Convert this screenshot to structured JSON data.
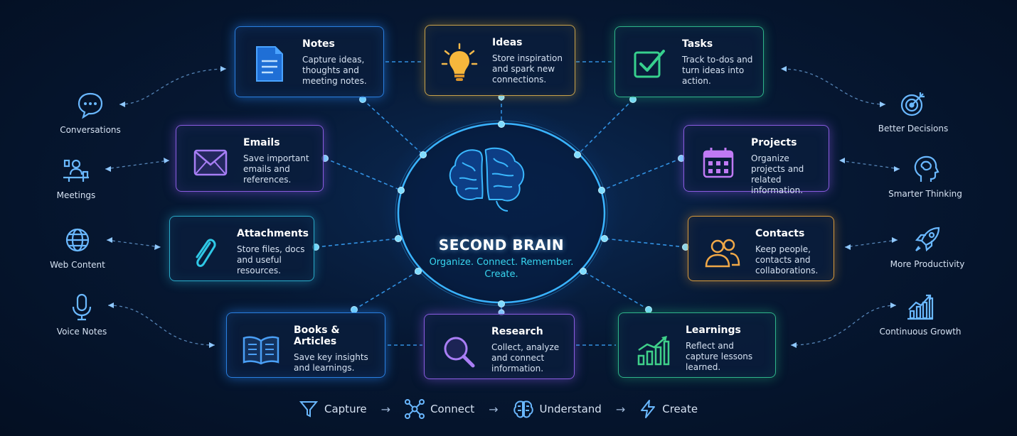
{
  "center": {
    "title": "SECOND BRAIN",
    "subtitle": "Organize. Connect. Remember. Create.",
    "icon": "brain-icon"
  },
  "cards": [
    {
      "id": "notes",
      "title": "Notes",
      "description": "Capture ideas, thoughts and meeting notes.",
      "icon": "document-icon",
      "color": "#3a8ff0"
    },
    {
      "id": "ideas",
      "title": "Ideas",
      "description": "Store inspiration and spark new connections.",
      "icon": "lightbulb-icon",
      "color": "#f2b84b"
    },
    {
      "id": "tasks",
      "title": "Tasks",
      "description": "Track to-dos and turn ideas into action.",
      "icon": "checkbox-icon",
      "color": "#37d08e"
    },
    {
      "id": "emails",
      "title": "Emails",
      "description": "Save important emails and references.",
      "icon": "envelope-icon",
      "color": "#a77ef5"
    },
    {
      "id": "projects",
      "title": "Projects",
      "description": "Organize projects and related information.",
      "icon": "calendar-icon",
      "color": "#b07af5"
    },
    {
      "id": "attachments",
      "title": "Attachments",
      "description": "Store files, docs and useful resources.",
      "icon": "paperclip-icon",
      "color": "#2fc8e6"
    },
    {
      "id": "contacts",
      "title": "Contacts",
      "description": "Keep people, contacts and collaborations.",
      "icon": "people-icon",
      "color": "#f0a848"
    },
    {
      "id": "books",
      "title": "Books & Articles",
      "description": "Save key insights and learnings.",
      "icon": "open-book-icon",
      "color": "#4a9ff5"
    },
    {
      "id": "research",
      "title": "Research",
      "description": "Collect, analyze and connect information.",
      "icon": "magnifier-icon",
      "color": "#a97ef5"
    },
    {
      "id": "learnings",
      "title": "Learnings",
      "description": "Reflect and capture lessons learned.",
      "icon": "growth-chart-icon",
      "color": "#3fd08a"
    }
  ],
  "inputs": [
    {
      "label": "Conversations",
      "icon": "chat-bubble-icon"
    },
    {
      "label": "Meetings",
      "icon": "meeting-icon"
    },
    {
      "label": "Web Content",
      "icon": "globe-icon"
    },
    {
      "label": "Voice Notes",
      "icon": "microphone-icon"
    }
  ],
  "outcomes": [
    {
      "label": "Better Decisions",
      "icon": "target-icon"
    },
    {
      "label": "Smarter Thinking",
      "icon": "head-brain-icon"
    },
    {
      "label": "More Productivity",
      "icon": "rocket-icon"
    },
    {
      "label": "Continuous Growth",
      "icon": "bar-growth-icon"
    }
  ],
  "flow": [
    {
      "label": "Capture",
      "icon": "funnel-icon"
    },
    {
      "label": "Connect",
      "icon": "network-icon"
    },
    {
      "label": "Understand",
      "icon": "brain-icon"
    },
    {
      "label": "Create",
      "icon": "lightning-icon"
    }
  ],
  "flow_arrow": "→"
}
